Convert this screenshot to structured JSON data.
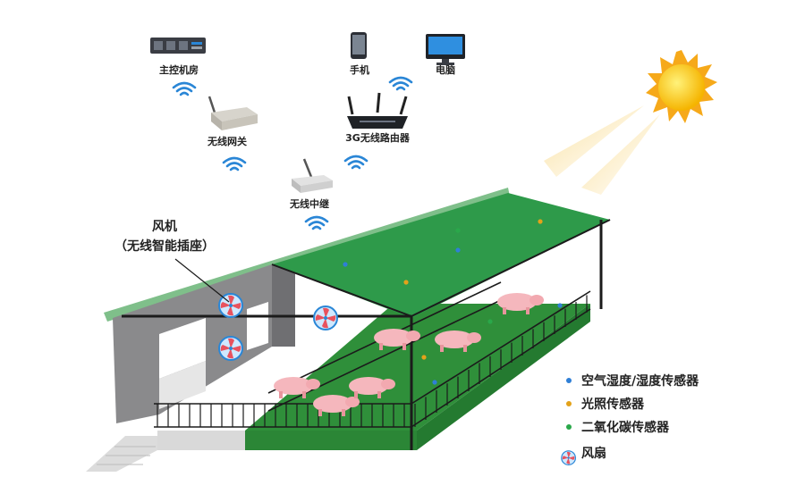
{
  "devices": {
    "server_label": "主控机房",
    "phone_label": "手机",
    "pc_label": "电脑",
    "gateway_label": "无线网关",
    "router_label": "3G无线路由器",
    "repeater_label": "无线中继"
  },
  "callout": {
    "line1": "风机",
    "line2": "（无线智能插座）"
  },
  "legend": [
    {
      "label": "空气湿度/湿度传感器",
      "color": "#2f7fd6"
    },
    {
      "label": "光照传感器",
      "color": "#e3a21a"
    },
    {
      "label": "二氧化碳传感器",
      "color": "#2aa84a"
    },
    {
      "label": "风扇",
      "icon": "fan-icon"
    }
  ],
  "colors": {
    "roof": "#2e9a4a",
    "floor": "#2f8f3a",
    "wall": "#8a8a8c",
    "sun": "#f6c21a"
  }
}
